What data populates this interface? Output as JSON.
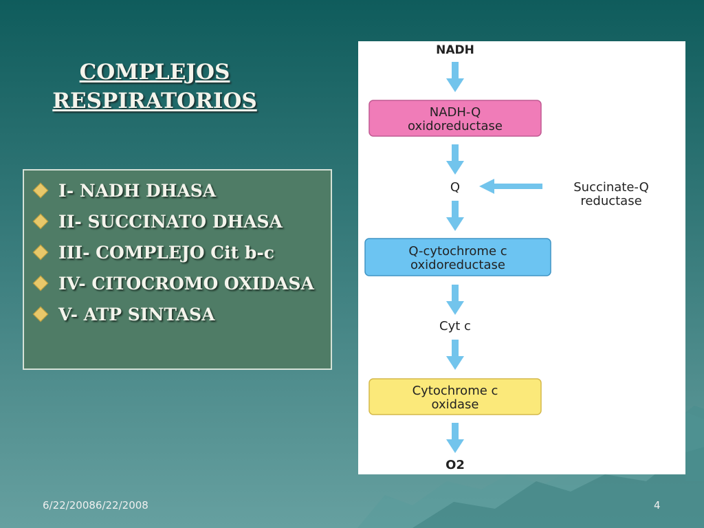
{
  "slide": {
    "title_line1": "COMPLEJOS",
    "title_line2": "RESPIRATORIOS",
    "complexes": [
      "I- NADH DHASA",
      "II- SUCCINATO DHASA",
      "III- COMPLEJO Cit b-c",
      "IV- CITOCROMO OXIDASA",
      "V- ATP SINTASA"
    ],
    "footer_date": "6/22/20086/22/2008",
    "page_number": "4"
  },
  "diagram": {
    "start": "NADH",
    "complex1": [
      "NADH-Q",
      "oxidoreductase"
    ],
    "carrier1": "Q",
    "side_complex": [
      "Succinate-Q",
      "reductase"
    ],
    "complex3": [
      "Q-cytochrome c",
      "oxidoreductase"
    ],
    "carrier2": "Cyt c",
    "complex4": [
      "Cytochrome c",
      "oxidase"
    ],
    "end": "O2",
    "colors": {
      "complex1_fill": "#f07cb8",
      "complex3_fill": "#6cc4f2",
      "complex4_fill": "#fbe97a",
      "arrow": "#72c4ec"
    }
  }
}
